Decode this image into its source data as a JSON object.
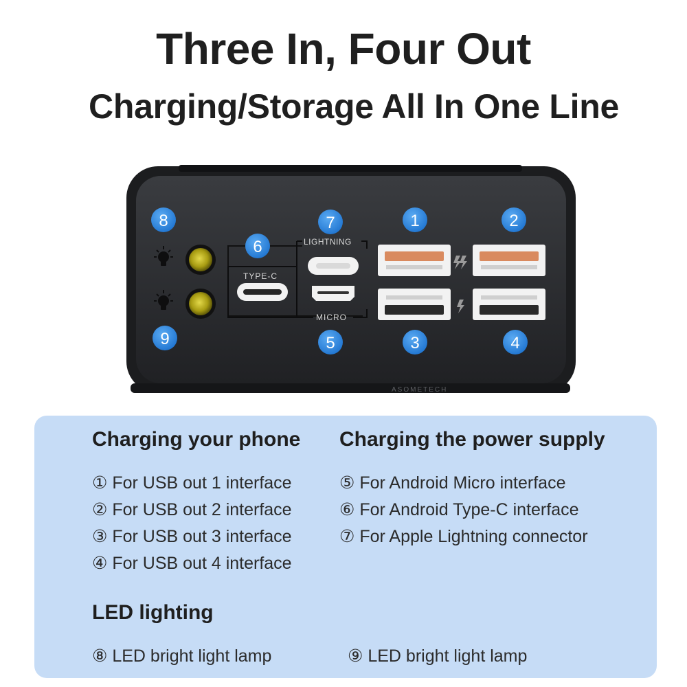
{
  "headline": "Three In, Four Out",
  "subheadline": "Charging/Storage All In One Line",
  "device": {
    "brand": "ASOMETECH",
    "port_labels": {
      "type_c": "TYPE-C",
      "lightning": "LIGHTNING",
      "micro": "MICRO"
    },
    "callouts": [
      "1",
      "2",
      "3",
      "4",
      "5",
      "6",
      "7",
      "8",
      "9"
    ],
    "colors": {
      "body": "#2b2d30",
      "bezel": "#1c1d1f",
      "callout": "#2f8ce8",
      "led": "#b6ad1a",
      "usb_fast": "#d98a5f"
    }
  },
  "info": {
    "charging_phone": {
      "heading": "Charging your phone",
      "items": [
        "① For USB out 1 interface",
        "② For USB out 2 interface",
        "③ For USB out 3 interface",
        "④ For USB out 4 interface"
      ]
    },
    "charging_supply": {
      "heading": "Charging the power supply",
      "items": [
        "⑤ For Android Micro interface",
        "⑥ For Android Type-C interface",
        "⑦ For  Apple Lightning connector"
      ]
    },
    "led": {
      "heading": "LED lighting",
      "items": [
        "⑧ LED bright light lamp",
        "⑨ LED bright light lamp"
      ]
    },
    "panel_color": "#c6dcf6"
  }
}
